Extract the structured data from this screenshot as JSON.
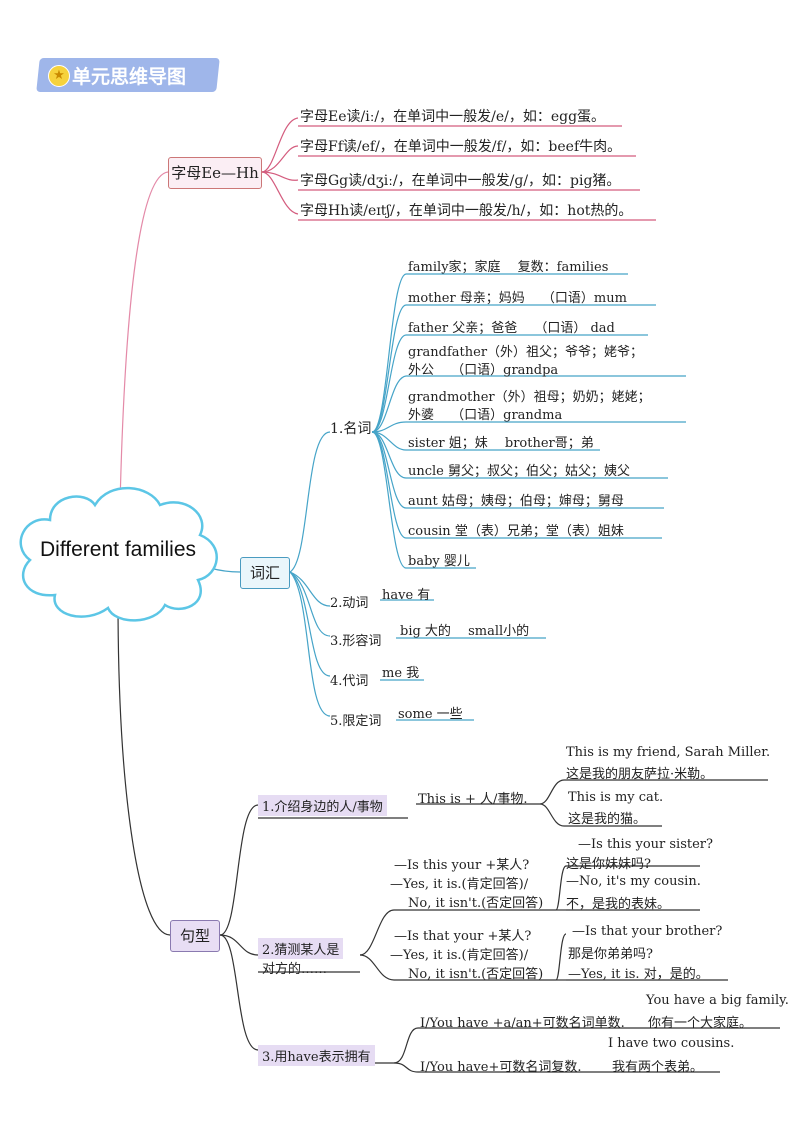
{
  "header": {
    "title": "单元思维导图",
    "icon": "star-icon"
  },
  "center": {
    "label": "Different families"
  },
  "letters": {
    "label": "字母Ee—Hh",
    "items": [
      "字母Ee读/iː/，在单词中一般发/e/，如：egg蛋。",
      "字母Ff读/ef/，在单词中一般发/f/，如：beef牛肉。",
      "字母Gg读/dʒiː/，在单词中一般发/ɡ/，如：pig猪。",
      "字母Hh读/eɪtʃ/，在单词中一般发/h/，如：hot热的。"
    ]
  },
  "vocab": {
    "label": "词汇",
    "nouns": {
      "label": "1.名词",
      "items": [
        "family家；家庭　  复数：families",
        "mother 母亲；妈妈　  （口语）mum",
        "father 父亲；爸爸　 （口语） dad",
        "grandfather（外）祖父；爷爷；姥爷；",
        "外公　 （口语）grandpa",
        "grandmother（外）祖母；奶奶；姥姥；",
        "外婆　 （口语）grandma",
        "sister 姐；妹　 brother哥；弟",
        "uncle 舅父；叔父；伯父；姑父；姨父",
        "aunt 姑母；姨母；伯母；婶母；舅母",
        "cousin 堂（表）兄弟；堂（表）姐妹",
        "baby 婴儿"
      ]
    },
    "verb": {
      "label": "2.动词",
      "value": "have 有"
    },
    "adj": {
      "label": "3.形容词",
      "value": "big 大的　  small小的"
    },
    "pronoun": {
      "label": "4.代词",
      "value": "me 我"
    },
    "determiner": {
      "label": "5.限定词",
      "value": "some  一些"
    }
  },
  "sentences": {
    "label": "句型",
    "intro": {
      "label": "1.介绍身边的人/事物",
      "pattern": "This is + 人/事物.",
      "ex1_en": "This is my friend, Sarah Miller.",
      "ex1_zh": "这是我的朋友萨拉·米勒。",
      "ex2_en": "This is my cat.",
      "ex2_zh": "这是我的猫。"
    },
    "guess": {
      "label1": "2.猜测某人是",
      "label2": "对方的……",
      "p1_q": "—Is this your +某人?",
      "p1_a1": "—Yes, it is.(肯定回答)/",
      "p1_a2": "No, it isn't.(否定回答)",
      "ex1_q_en": "—Is this your sister?",
      "ex1_q_zh": "这是你妹妹吗?",
      "ex1_a_en": "—No, it's my cousin.",
      "ex1_a_zh": "不，是我的表妹。",
      "p2_q": "—Is that your +某人?",
      "p2_a1": "—Yes, it is.(肯定回答)/",
      "p2_a2": "No, it isn't.(否定回答)",
      "ex2_q_en": "—Is that your brother?",
      "ex2_q_zh": "那是你弟弟吗?",
      "ex2_a": "—Yes, it is. 对，是的。"
    },
    "have": {
      "label": "3.用have表示拥有",
      "p1": "I/You have +a/an+可数名词单数.",
      "ex1_en": "You have a big family.",
      "ex1_zh": "你有一个大家庭。",
      "p2": "I/You have+可数名词复数.",
      "ex2_en": "I have two cousins.",
      "ex2_zh": "我有两个表弟。"
    }
  }
}
